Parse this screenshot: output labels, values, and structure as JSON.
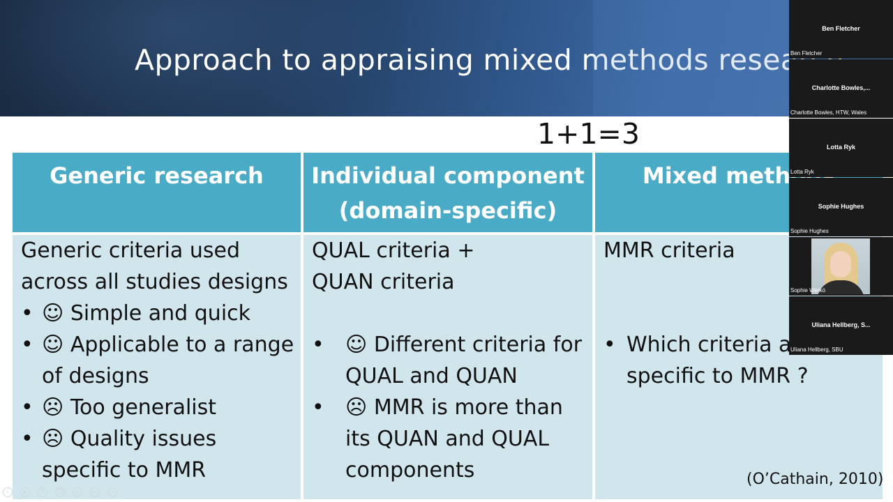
{
  "slide": {
    "title": "Approach to appraising mixed methods research",
    "equation": "1+1=3",
    "citation": "(O’Cathain, 2010)"
  },
  "table": {
    "headers": [
      "Generic research",
      "Individual component (domain-specific)",
      "Mixed methods"
    ],
    "col1": {
      "intro": [
        "Generic criteria used",
        "across all studies designs"
      ],
      "bullets": [
        {
          "icon": "☺",
          "lines": [
            "Simple and quick"
          ]
        },
        {
          "icon": "☺",
          "lines": [
            "Applicable to a range",
            "of designs"
          ]
        },
        {
          "icon": "☹",
          "lines": [
            "Too generalist"
          ]
        },
        {
          "icon": "☹",
          "lines": [
            "Quality issues",
            "specific to MMR"
          ]
        }
      ]
    },
    "col2": {
      "intro": [
        "QUAL criteria +",
        "QUAN criteria"
      ],
      "bullets": [
        {
          "icon": "☺",
          "lines": [
            "Different criteria for",
            "QUAL and QUAN"
          ]
        },
        {
          "icon": "☹",
          "lines": [
            "MMR is more than",
            "its QUAN and QUAL",
            "components"
          ]
        }
      ]
    },
    "col3": {
      "intro": [
        "MMR criteria"
      ],
      "bullets": [
        {
          "icon": "",
          "lines": [
            "Which criteria are",
            "specific to MMR ?"
          ]
        }
      ]
    }
  },
  "participants": [
    {
      "name": "Ben Fletcher",
      "label": "Ben Fletcher",
      "has_video": false
    },
    {
      "name": "Charlotte  Bowles,...",
      "label": "Charlotte Bowles, HTW, Wales",
      "has_video": false
    },
    {
      "name": "Lotta Ryk",
      "label": "Lotta Ryk",
      "has_video": false
    },
    {
      "name": "Sophie Hughes",
      "label": "Sophie Hughes",
      "has_video": false
    },
    {
      "name": "",
      "label": "Sophie Werkö",
      "has_video": true
    },
    {
      "name": "Uliana Hellberg, S...",
      "label": "Uliana Hellberg, SBU",
      "has_video": false
    }
  ],
  "bullet_glyph": "•",
  "controls": [
    "prev-icon",
    "play-icon",
    "pen-icon",
    "copy-icon",
    "zoom-icon",
    "screen-icon",
    "more-icon"
  ],
  "colors": {
    "header": "#4aabc6",
    "body": "#d0e6ec",
    "banner": "#213a5a"
  }
}
